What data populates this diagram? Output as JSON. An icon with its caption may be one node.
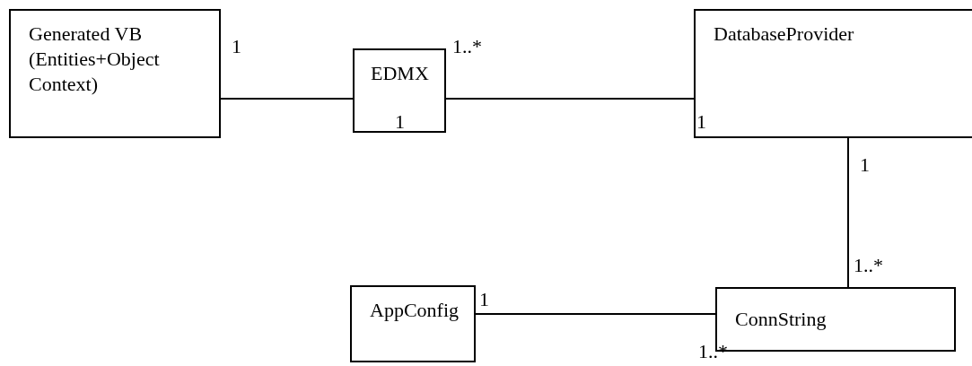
{
  "diagram": {
    "nodes": [
      {
        "text": [
          "Generated VB (Entities+Object Context)"
        ]
      },
      {
        "text": [
          "EDMX"
        ]
      },
      {
        "text": [
          "DatabaseProvider"
        ]
      },
      {
        "text": [
          "AppConfig"
        ]
      },
      {
        "text": [
          "ConnString"
        ]
      }
    ],
    "edges": [
      {
        "from": 0,
        "to": 1,
        "arrow": "none"
      },
      {
        "from": 1,
        "to": 2,
        "arrow": "none"
      },
      {
        "from": 2,
        "to": 4,
        "arrow": "none"
      },
      {
        "from": 3,
        "to": 4,
        "arrow": "none"
      }
    ],
    "labels": [
      "1",
      "1..*",
      "1",
      "1",
      "1",
      "1..*",
      "1",
      "1..*"
    ]
  }
}
